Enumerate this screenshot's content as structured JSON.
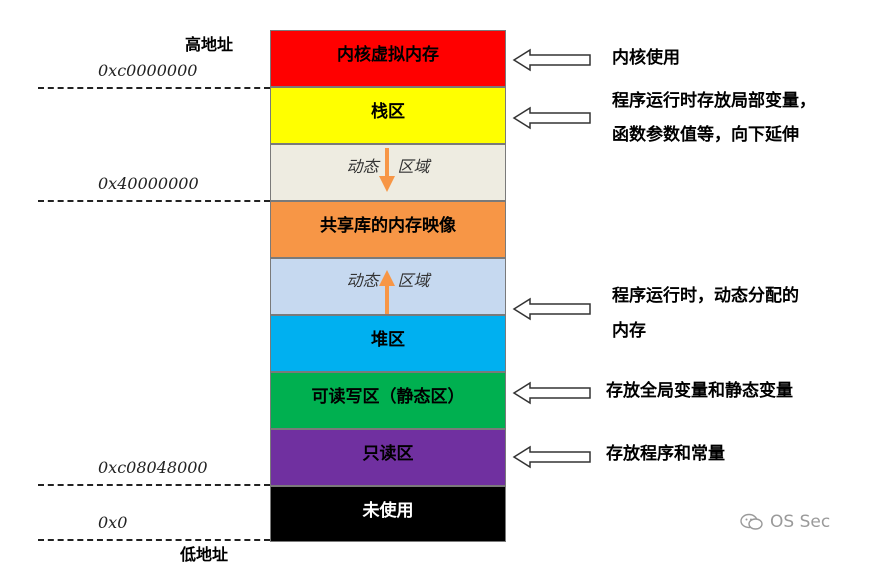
{
  "segments": [
    {
      "label": "内核虚拟内存",
      "color": "#ff0000",
      "text_color": "#000000"
    },
    {
      "label": "栈区",
      "color": "#ffff00",
      "text_color": "#000000"
    },
    {
      "label": "动态 区域",
      "color": "#eeece1",
      "text_color": "#333333",
      "italic": true,
      "growth": "down"
    },
    {
      "label": "共享库的内存映像",
      "color": "#f79646",
      "text_color": "#000000"
    },
    {
      "label": "动态 区域",
      "color": "#c6d9f0",
      "text_color": "#333333",
      "italic": true,
      "growth": "up"
    },
    {
      "label": "堆区",
      "color": "#00b0f0",
      "text_color": "#000000"
    },
    {
      "label": "可读写区（静态区）",
      "color": "#00b050",
      "text_color": "#000000"
    },
    {
      "label": "只读区",
      "color": "#7030a0",
      "text_color": "#000000"
    },
    {
      "label": "未使用",
      "color": "#000000",
      "text_color": "#ffffff"
    }
  ],
  "addresses": {
    "high_label": "高地址",
    "low_label": "低地址",
    "kernel_boundary": "0xc0000000",
    "shared_boundary": "0x40000000",
    "readonly_boundary": "0xc08048000",
    "zero": "0x0"
  },
  "notes": {
    "kernel": "内核使用",
    "stack_line1": "程序运行时存放局部变量，",
    "stack_line2": "函数参数值等，向下延伸",
    "heap_line1": "程序运行时，动态分配的",
    "heap_line2": "内存",
    "static": "存放全局变量和静态变量",
    "readonly": "存放程序和常量"
  },
  "watermark": "OS Sec",
  "colors": {
    "growth_arrow": "#f79646",
    "dash_line": "#222222",
    "hollow_arrow_stroke": "#333333"
  }
}
